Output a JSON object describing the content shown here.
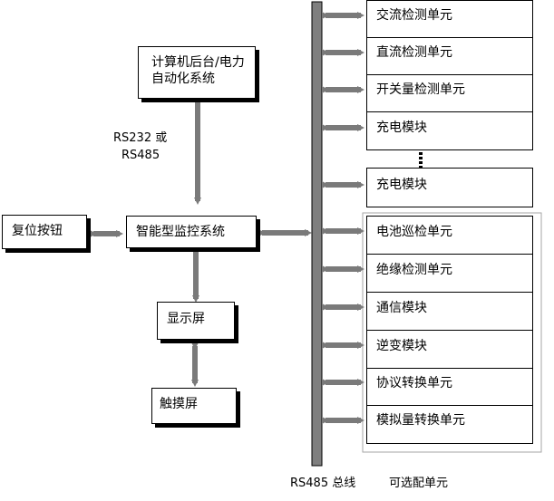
{
  "left_blocks": {
    "computer_backend": "计算机后台/电力自动化系统",
    "comm_label_line1": "RS232 或",
    "comm_label_line2": "RS485",
    "reset_button": "复位按钮",
    "monitoring_system": "智能型监控系统",
    "display": "显示屏",
    "touch_screen": "触摸屏"
  },
  "modules": [
    "交流检测单元",
    "直流检测单元",
    "开关量检测单元",
    "充电模块",
    "充电模块",
    "电池巡检单元",
    "绝缘检测单元",
    "通信模块",
    "逆变模块",
    "协议转换单元",
    "模拟量转换单元"
  ],
  "bottom_labels": {
    "bus": "RS485 总线",
    "optional": "可选配单元"
  }
}
